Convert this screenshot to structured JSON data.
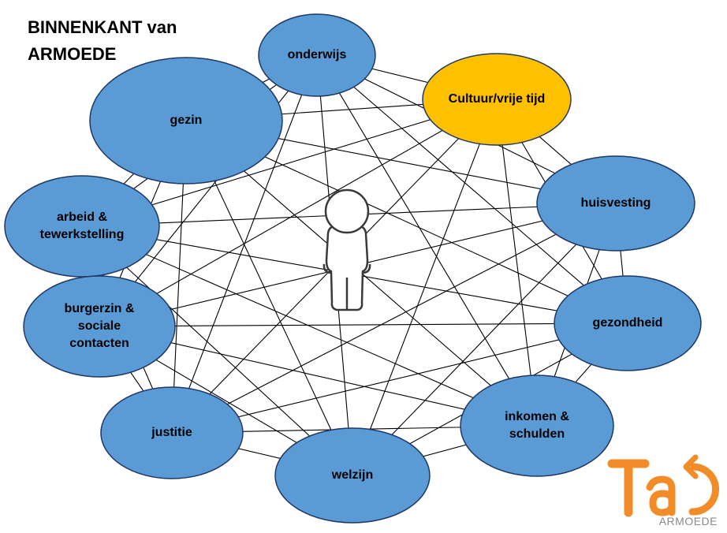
{
  "title": {
    "line1": "BINNENKANT van",
    "line2": "ARMOEDE"
  },
  "colors": {
    "node_default": "#5b9bd5",
    "node_highlight": "#ffc000",
    "node_stroke": "#1f3864",
    "edge": "#000000",
    "logo_orange": "#f28c28"
  },
  "nodes": [
    {
      "id": "onderwijs",
      "lines": [
        "onderwijs"
      ],
      "highlight": false
    },
    {
      "id": "cultuur",
      "lines": [
        "Cultuur/vrije tijd"
      ],
      "highlight": true
    },
    {
      "id": "gezin",
      "lines": [
        "gezin"
      ],
      "highlight": false
    },
    {
      "id": "huisvesting",
      "lines": [
        "huisvesting"
      ],
      "highlight": false
    },
    {
      "id": "arbeid",
      "lines": [
        "arbeid &",
        "tewerkstelling"
      ],
      "highlight": false
    },
    {
      "id": "gezondheid",
      "lines": [
        "gezondheid"
      ],
      "highlight": false
    },
    {
      "id": "burgerzin",
      "lines": [
        "burgerzin &",
        "sociale",
        "contacten"
      ],
      "highlight": false
    },
    {
      "id": "justitie",
      "lines": [
        "justitie"
      ],
      "highlight": false
    },
    {
      "id": "inkomen",
      "lines": [
        "inkomen &",
        "schulden"
      ],
      "highlight": false
    },
    {
      "id": "welzijn",
      "lines": [
        "welzijn"
      ],
      "highlight": false
    }
  ],
  "connections": "all-pairs",
  "center_icon": "person-outline-icon",
  "logo": {
    "mark": "Tao",
    "tagline": "ARMOEDE"
  }
}
